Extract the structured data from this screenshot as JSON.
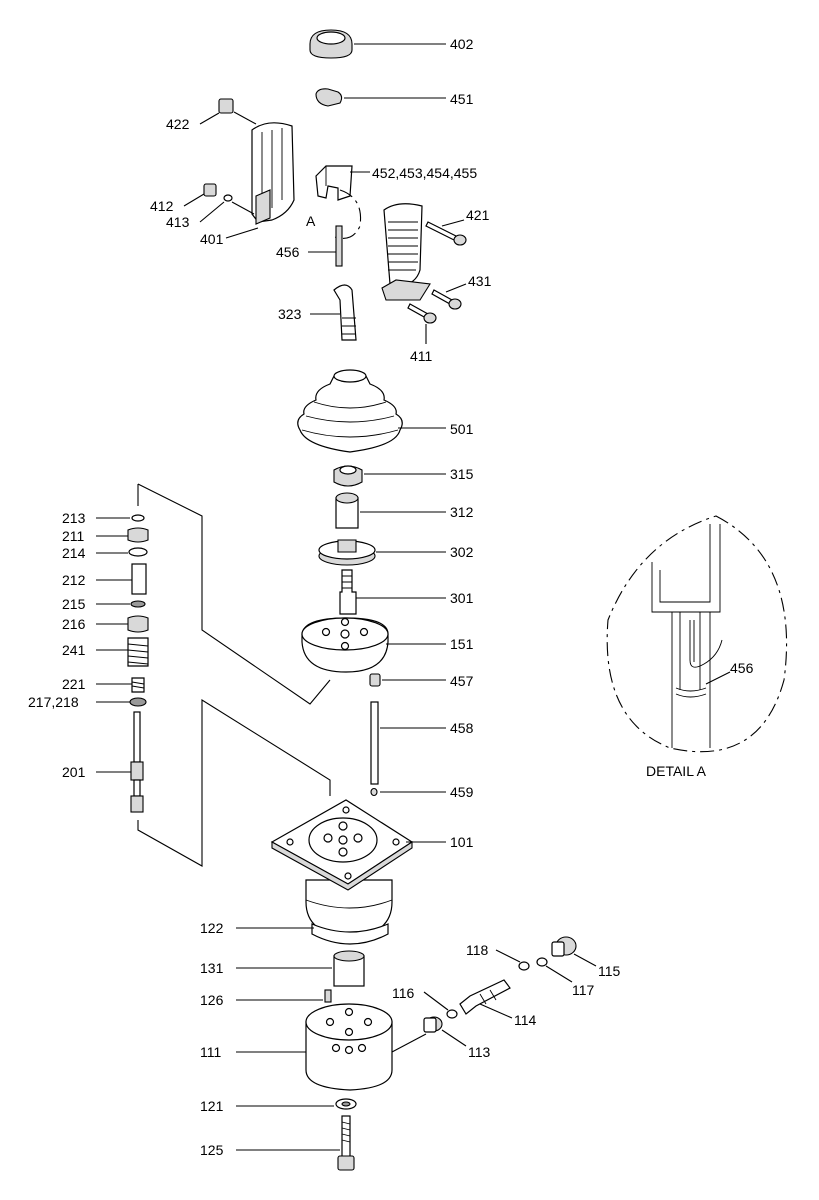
{
  "labels": {
    "p402": "402",
    "p451": "451",
    "p422": "422",
    "p452": "452,453,454,455",
    "p412": "412",
    "p413": "413",
    "p401": "401",
    "pA": "A",
    "p421": "421",
    "p456": "456",
    "p431": "431",
    "p323": "323",
    "p411": "411",
    "p501": "501",
    "p315": "315",
    "p312": "312",
    "p302": "302",
    "p301": "301",
    "p151": "151",
    "p457": "457",
    "p458": "458",
    "p459": "459",
    "p101": "101",
    "p213": "213",
    "p211": "211",
    "p214": "214",
    "p212": "212",
    "p215": "215",
    "p216": "216",
    "p241": "241",
    "p221": "221",
    "p217": "217,218",
    "p201": "201",
    "p122": "122",
    "p131": "131",
    "p126": "126",
    "p111": "111",
    "p121": "121",
    "p125": "125",
    "p118": "118",
    "p115": "115",
    "p117": "117",
    "p116": "116",
    "p114": "114",
    "p113": "113",
    "p456d": "456"
  },
  "detail": {
    "title": "DETAIL A"
  }
}
